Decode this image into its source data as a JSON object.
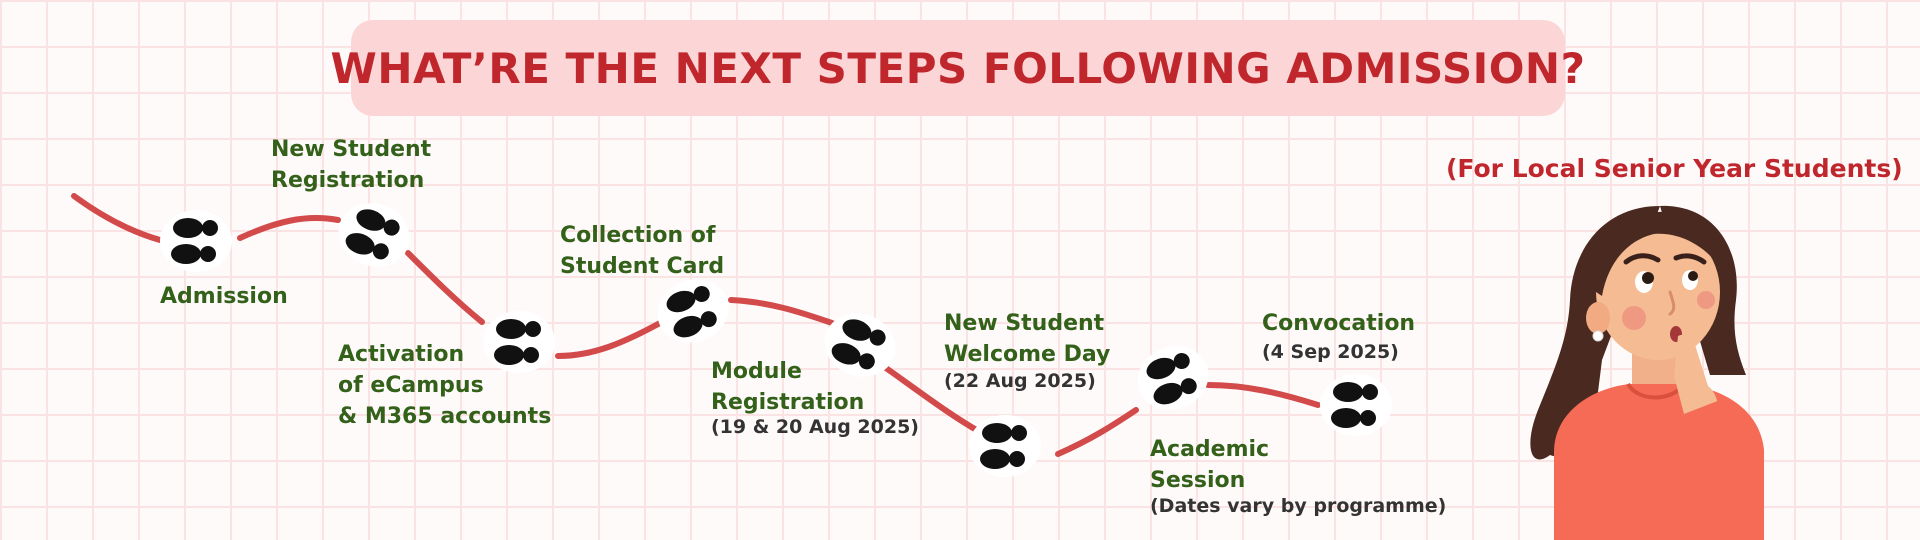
{
  "header": {
    "title": "WHAT’RE THE NEXT STEPS FOLLOWING ADMISSION?",
    "subtitle": "(For Local Senior Year Students)"
  },
  "steps": [
    {
      "label_lines": [
        "Admission"
      ],
      "note": ""
    },
    {
      "label_lines": [
        "New Student",
        "Registration"
      ],
      "note": ""
    },
    {
      "label_lines": [
        "Activation",
        "of eCampus",
        "& M365 accounts"
      ],
      "note": ""
    },
    {
      "label_lines": [
        "Collection of",
        "Student Card"
      ],
      "note": ""
    },
    {
      "label_lines": [
        "Module",
        "Registration"
      ],
      "note": "(19 & 20 Aug 2025)"
    },
    {
      "label_lines": [
        "New Student",
        "Welcome Day"
      ],
      "note": "(22 Aug 2025)"
    },
    {
      "label_lines": [
        "Academic",
        "Session"
      ],
      "note": "(Dates vary by programme)"
    },
    {
      "label_lines": [
        "Convocation"
      ],
      "note": "(4 Sep 2025)"
    }
  ],
  "colors": {
    "title": "#c0272d",
    "title_box": "#fcd6d6",
    "step_label": "#33611a",
    "path": "#d24a4a",
    "footprint": "#111111"
  },
  "icons": {
    "footprint": "footprints-icon",
    "illustration": "thinking-woman-illustration"
  }
}
